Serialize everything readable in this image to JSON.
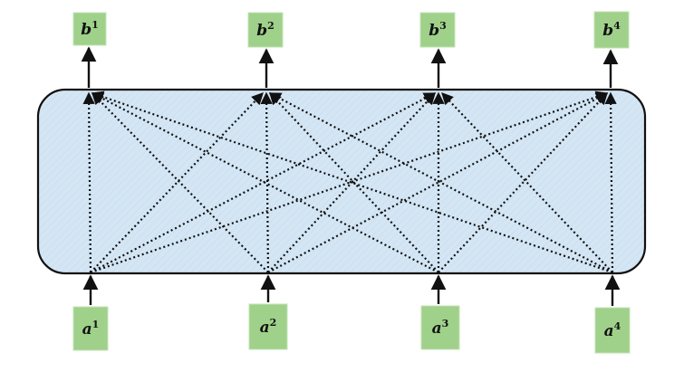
{
  "diagram": {
    "inputs": [
      {
        "label": "a",
        "sup": "1"
      },
      {
        "label": "a",
        "sup": "2"
      },
      {
        "label": "a",
        "sup": "3"
      },
      {
        "label": "a",
        "sup": "4"
      }
    ],
    "outputs": [
      {
        "label": "b",
        "sup": "1"
      },
      {
        "label": "b",
        "sup": "2"
      },
      {
        "label": "b",
        "sup": "3"
      },
      {
        "label": "b",
        "sup": "4"
      }
    ],
    "connection": "fully-connected",
    "colors": {
      "node_fill": "#9fd18a",
      "node_stroke": "#c3e3b4",
      "panel_fill": "#d4e6f4",
      "panel_stroke": "#111111",
      "arrow": "#111111"
    }
  }
}
